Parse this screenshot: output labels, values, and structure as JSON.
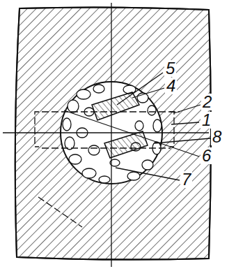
{
  "diagram": {
    "labels": [
      "5",
      "4",
      "2",
      "1",
      "8",
      "6",
      "7"
    ]
  }
}
